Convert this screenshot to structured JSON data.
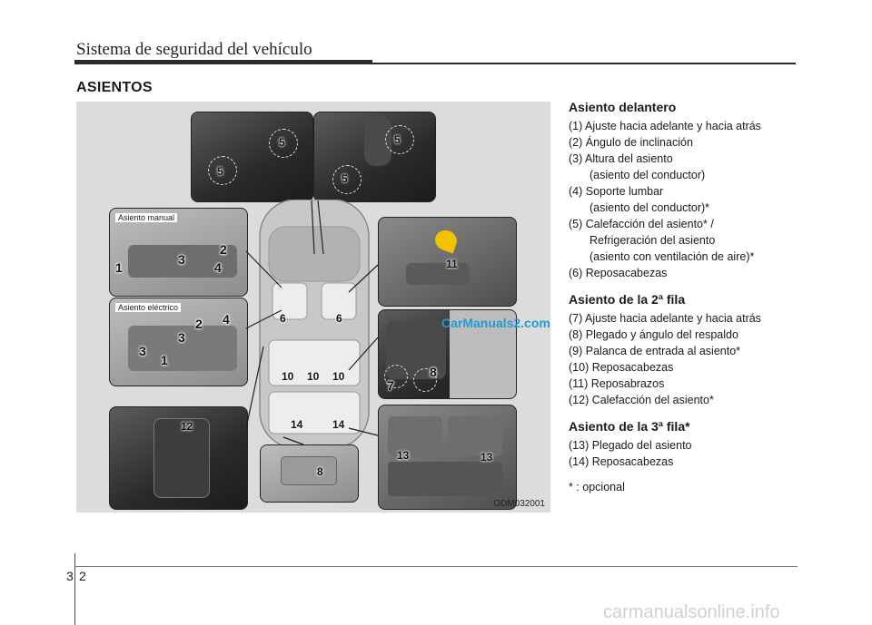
{
  "header": {
    "title": "Sistema de seguridad del vehículo"
  },
  "section": {
    "title": "ASIENTOS"
  },
  "figure": {
    "code": "ODM032001",
    "label_manual": "Asiento manual",
    "label_electric": "Asiento eléctrico",
    "watermark": "CarManuals2.com",
    "callouts": {
      "top_left": [
        "5",
        "5"
      ],
      "top_right": [
        "5",
        "5"
      ],
      "manual": [
        "1",
        "3",
        "2",
        "4"
      ],
      "electric": [
        "2",
        "4",
        "3",
        "3",
        "1"
      ],
      "car": [
        "6",
        "6",
        "10",
        "10",
        "10",
        "14",
        "14"
      ],
      "folding": [
        "11"
      ],
      "rear_seat": [
        "7",
        "8"
      ],
      "cargo": [
        "13",
        "13"
      ],
      "switch": [
        "12"
      ],
      "armrest": [
        "8"
      ]
    }
  },
  "front": {
    "heading": "Asiento delantero",
    "items": [
      "(1) Ajuste hacia adelante y hacia atrás",
      "(2) Ángulo de inclinación",
      "(3) Altura del asiento",
      "(asiento del conductor)",
      "(4) Soporte lumbar",
      "(asiento del conductor)*",
      "(5) Calefacción del asiento* /",
      "Refrigeración del asiento",
      "(asiento con ventilación de aire)*",
      "(6) Reposacabezas"
    ]
  },
  "second": {
    "heading": "Asiento de la 2ª fila",
    "items": [
      "(7) Ajuste hacia adelante y hacia atrás",
      "(8) Plegado y ángulo del respaldo",
      "(9) Palanca de entrada al asiento*",
      "(10) Reposacabezas",
      "(11) Reposabrazos",
      "(12) Calefacción del asiento*"
    ]
  },
  "third": {
    "heading": "Asiento de la 3ª fila*",
    "items": [
      "(13) Plegado  del  asiento",
      "(14) Reposacabezas"
    ]
  },
  "footnote": "* : opcional",
  "page": {
    "chapter": "3",
    "number": "2"
  },
  "site_watermark": "carmanualsonline.info"
}
